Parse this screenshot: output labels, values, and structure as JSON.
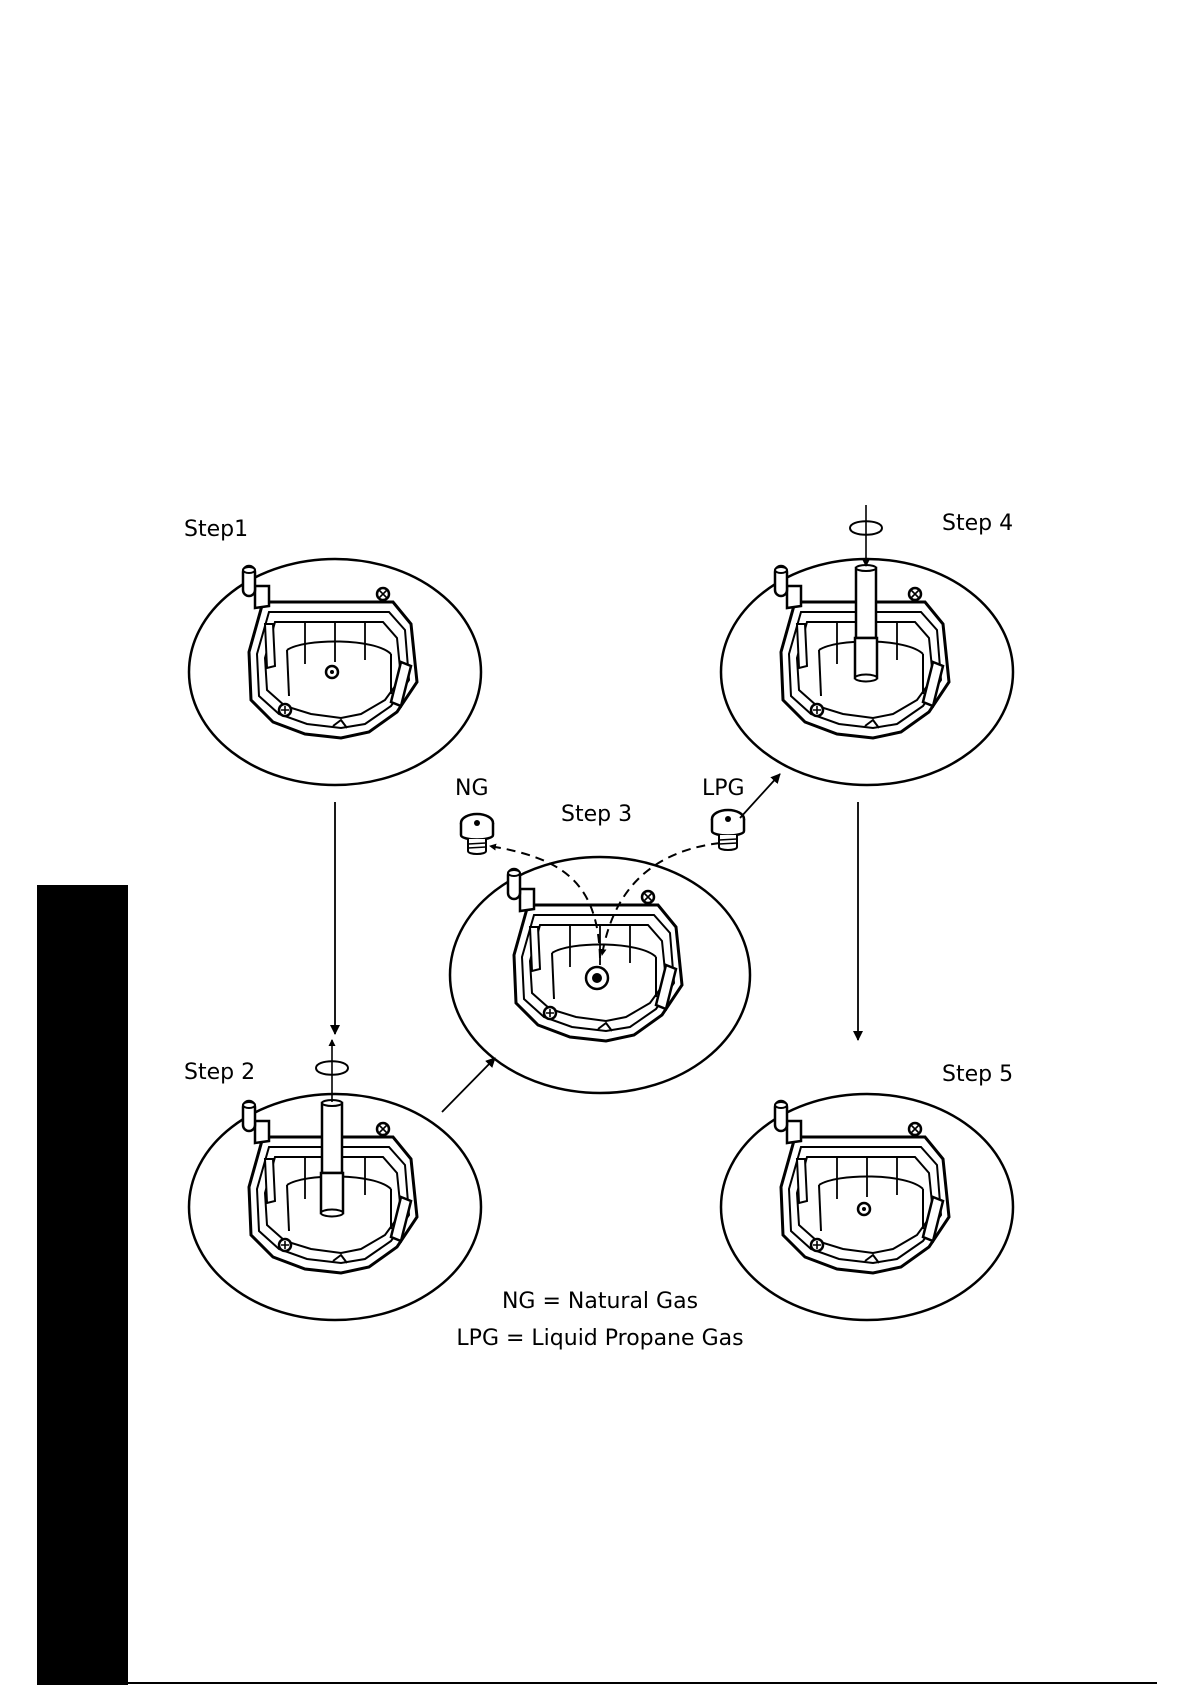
{
  "steps": {
    "step1": "Step1",
    "step2": "Step 2",
    "step3": "Step 3",
    "step4": "Step 4",
    "step5": "Step 5"
  },
  "jets": {
    "ng": "NG",
    "lpg": "LPG"
  },
  "legend": {
    "ng_line": "NG = Natural Gas",
    "lpg_line": "LPG = Liquid Propane Gas"
  },
  "colors": {
    "ink": "#000000",
    "paper": "#ffffff",
    "pin_fill": "#e2e2e2"
  }
}
